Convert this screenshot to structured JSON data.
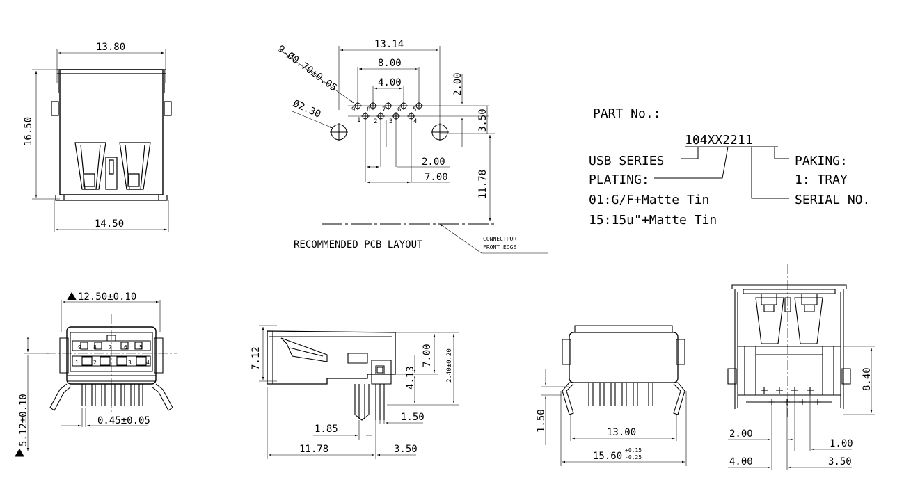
{
  "view_top": {
    "width": "13.80",
    "height": "16.50",
    "base_width": "14.50"
  },
  "pcb_layout": {
    "pitch_total": "13.14",
    "pitch_8": "8.00",
    "pitch_4": "4.00",
    "row_offset_200": "2.00",
    "row_offset_350": "3.50",
    "hole_callout": "9-Ø0.70±0.05",
    "mount_hole": "Ø2.30",
    "dim_bottom_200": "2.00",
    "dim_bottom_700": "7.00",
    "depth": "11.78",
    "caption": "RECOMMENDED PCB LAYOUT",
    "edge_label_1": "CONNECTPOR",
    "edge_label_2": "FRONT EDGE",
    "pins_top": [
      "9",
      "8",
      "7",
      "6",
      "5"
    ],
    "pins_bottom": [
      "1",
      "2",
      "3",
      "4"
    ]
  },
  "part_no": {
    "title": "PART No.:",
    "code": "104XX2211",
    "usb_series": "USB SERIES",
    "plating": "PLATING:",
    "plating_01": "01:G/F+Matte Tin",
    "plating_15": "15:15u\"+Matte Tin",
    "paking": "PAKING:",
    "tray": "1: TRAY",
    "serial": "SERIAL NO."
  },
  "view_front": {
    "width": "12.50±0.10",
    "height": "5.12±0.10",
    "pin_width": "0.45±0.05",
    "pins_top": [
      "9",
      "8",
      "7",
      "6",
      "5"
    ],
    "pins_bottom": [
      "1",
      "2",
      "3",
      "4"
    ]
  },
  "view_side": {
    "height_712": "7.12",
    "height_700": "7.00",
    "height_413": "4.13",
    "tol_240": "2.40±0.20",
    "dim_185": "1.85",
    "dim_150": "1.50",
    "dim_1178": "11.78",
    "dim_350": "3.50"
  },
  "view_rear": {
    "dim_150": "1.50",
    "dim_1300": "13.00",
    "dim_1560": "15.60",
    "tol_plus": "+0.15",
    "tol_minus": "-0.25"
  },
  "view_bottom": {
    "dim_840": "8.40",
    "dim_200": "2.00",
    "dim_100": "1.00",
    "dim_400": "4.00",
    "dim_350": "3.50"
  }
}
